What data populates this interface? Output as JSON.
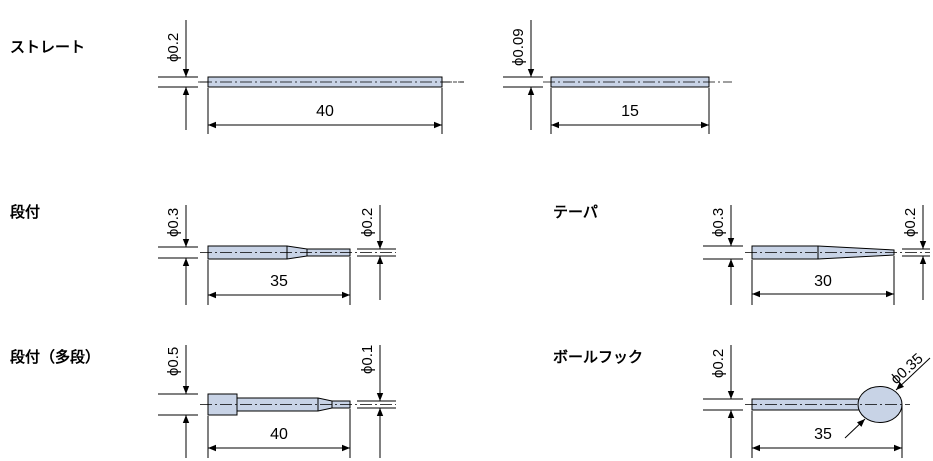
{
  "labels": {
    "straight": "ストレート",
    "stepped": "段付",
    "taper": "テーパ",
    "multistep": "段付（多段）",
    "ballhook": "ボールフック"
  },
  "dims": {
    "straight_a": {
      "dia": "ϕ0.2",
      "len": "40"
    },
    "straight_b": {
      "dia": "ϕ0.09",
      "len": "15"
    },
    "stepped": {
      "dia1": "ϕ0.3",
      "dia2": "ϕ0.2",
      "len": "35"
    },
    "taper": {
      "dia1": "ϕ0.3",
      "dia2": "ϕ0.2",
      "len": "30"
    },
    "multistep": {
      "dia1": "ϕ0.5",
      "dia2": "ϕ0.1",
      "len": "40"
    },
    "ballhook": {
      "dia1": "ϕ0.2",
      "dia2": "ϕ0.35",
      "len": "35"
    }
  },
  "colors": {
    "part_fill": "#c8d3e6",
    "line": "#000000"
  }
}
